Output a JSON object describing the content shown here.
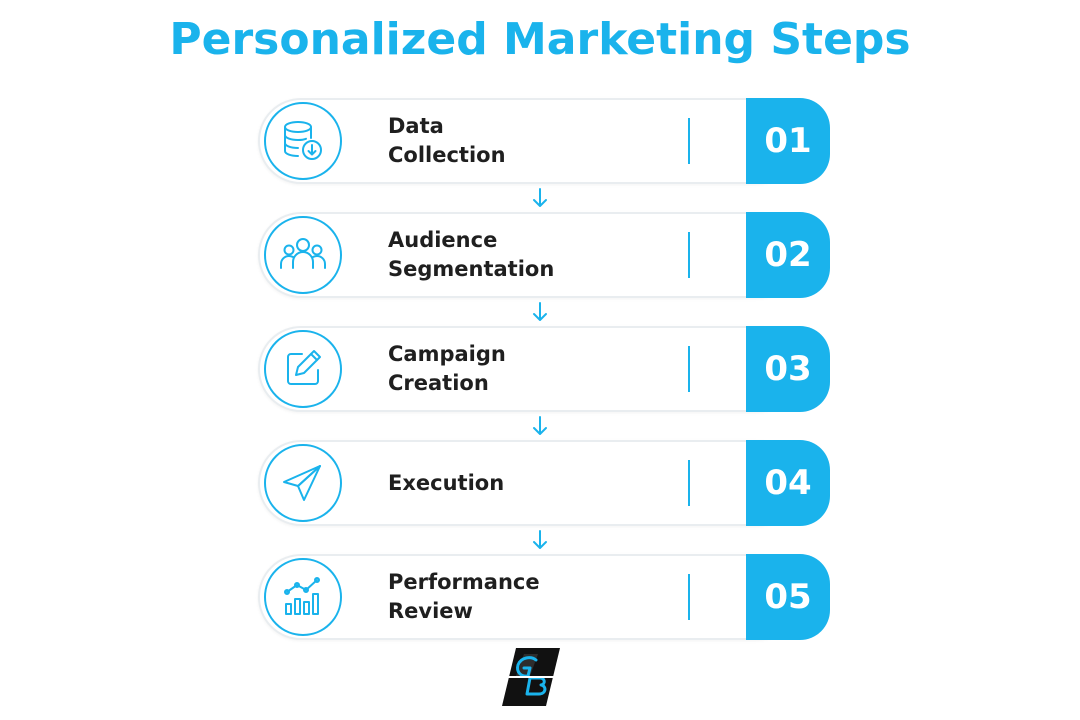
{
  "title": "Personalized Marketing Steps",
  "accent_color": "#1ab3ec",
  "steps": [
    {
      "number": "01",
      "label": "Data\nCollection",
      "icon": "database-download-icon"
    },
    {
      "number": "02",
      "label": "Audience\nSegmentation",
      "icon": "people-group-icon"
    },
    {
      "number": "03",
      "label": "Campaign\nCreation",
      "icon": "pencil-edit-icon"
    },
    {
      "number": "04",
      "label": "Execution",
      "icon": "paper-plane-icon"
    },
    {
      "number": "05",
      "label": "Performance\nReview",
      "icon": "bar-chart-trend-icon"
    }
  ],
  "logo": {
    "name": "brand-logo",
    "text": "GB"
  }
}
